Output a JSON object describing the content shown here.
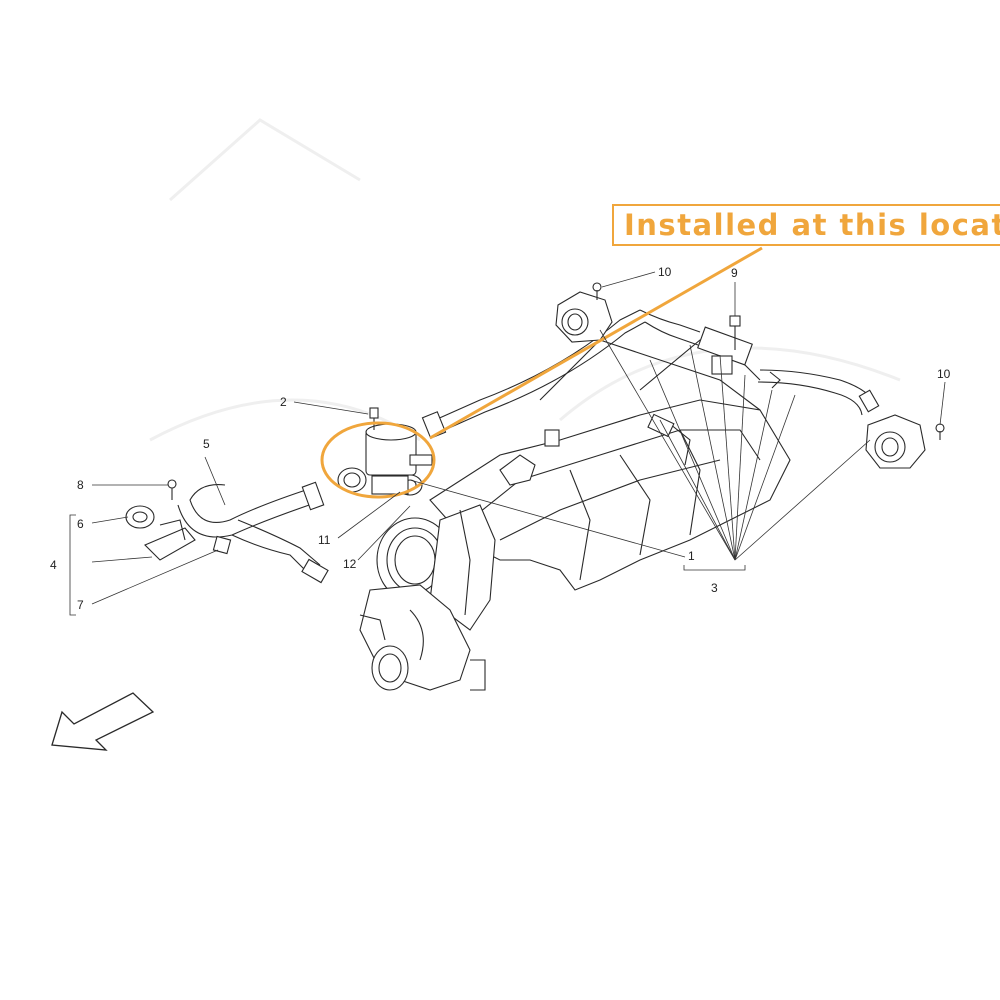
{
  "callout": {
    "text": "Installed at this locat",
    "color": "#f0a63c"
  },
  "part_numbers": {
    "p1": "1",
    "p2": "2",
    "p3": "3",
    "p4": "4",
    "p5": "5",
    "p6": "6",
    "p7": "7",
    "p8": "8",
    "p9": "9",
    "p10a": "10",
    "p10b": "10",
    "p11": "11",
    "p12": "12"
  },
  "icons": {
    "direction_arrow": "front-direction-arrow-icon"
  }
}
